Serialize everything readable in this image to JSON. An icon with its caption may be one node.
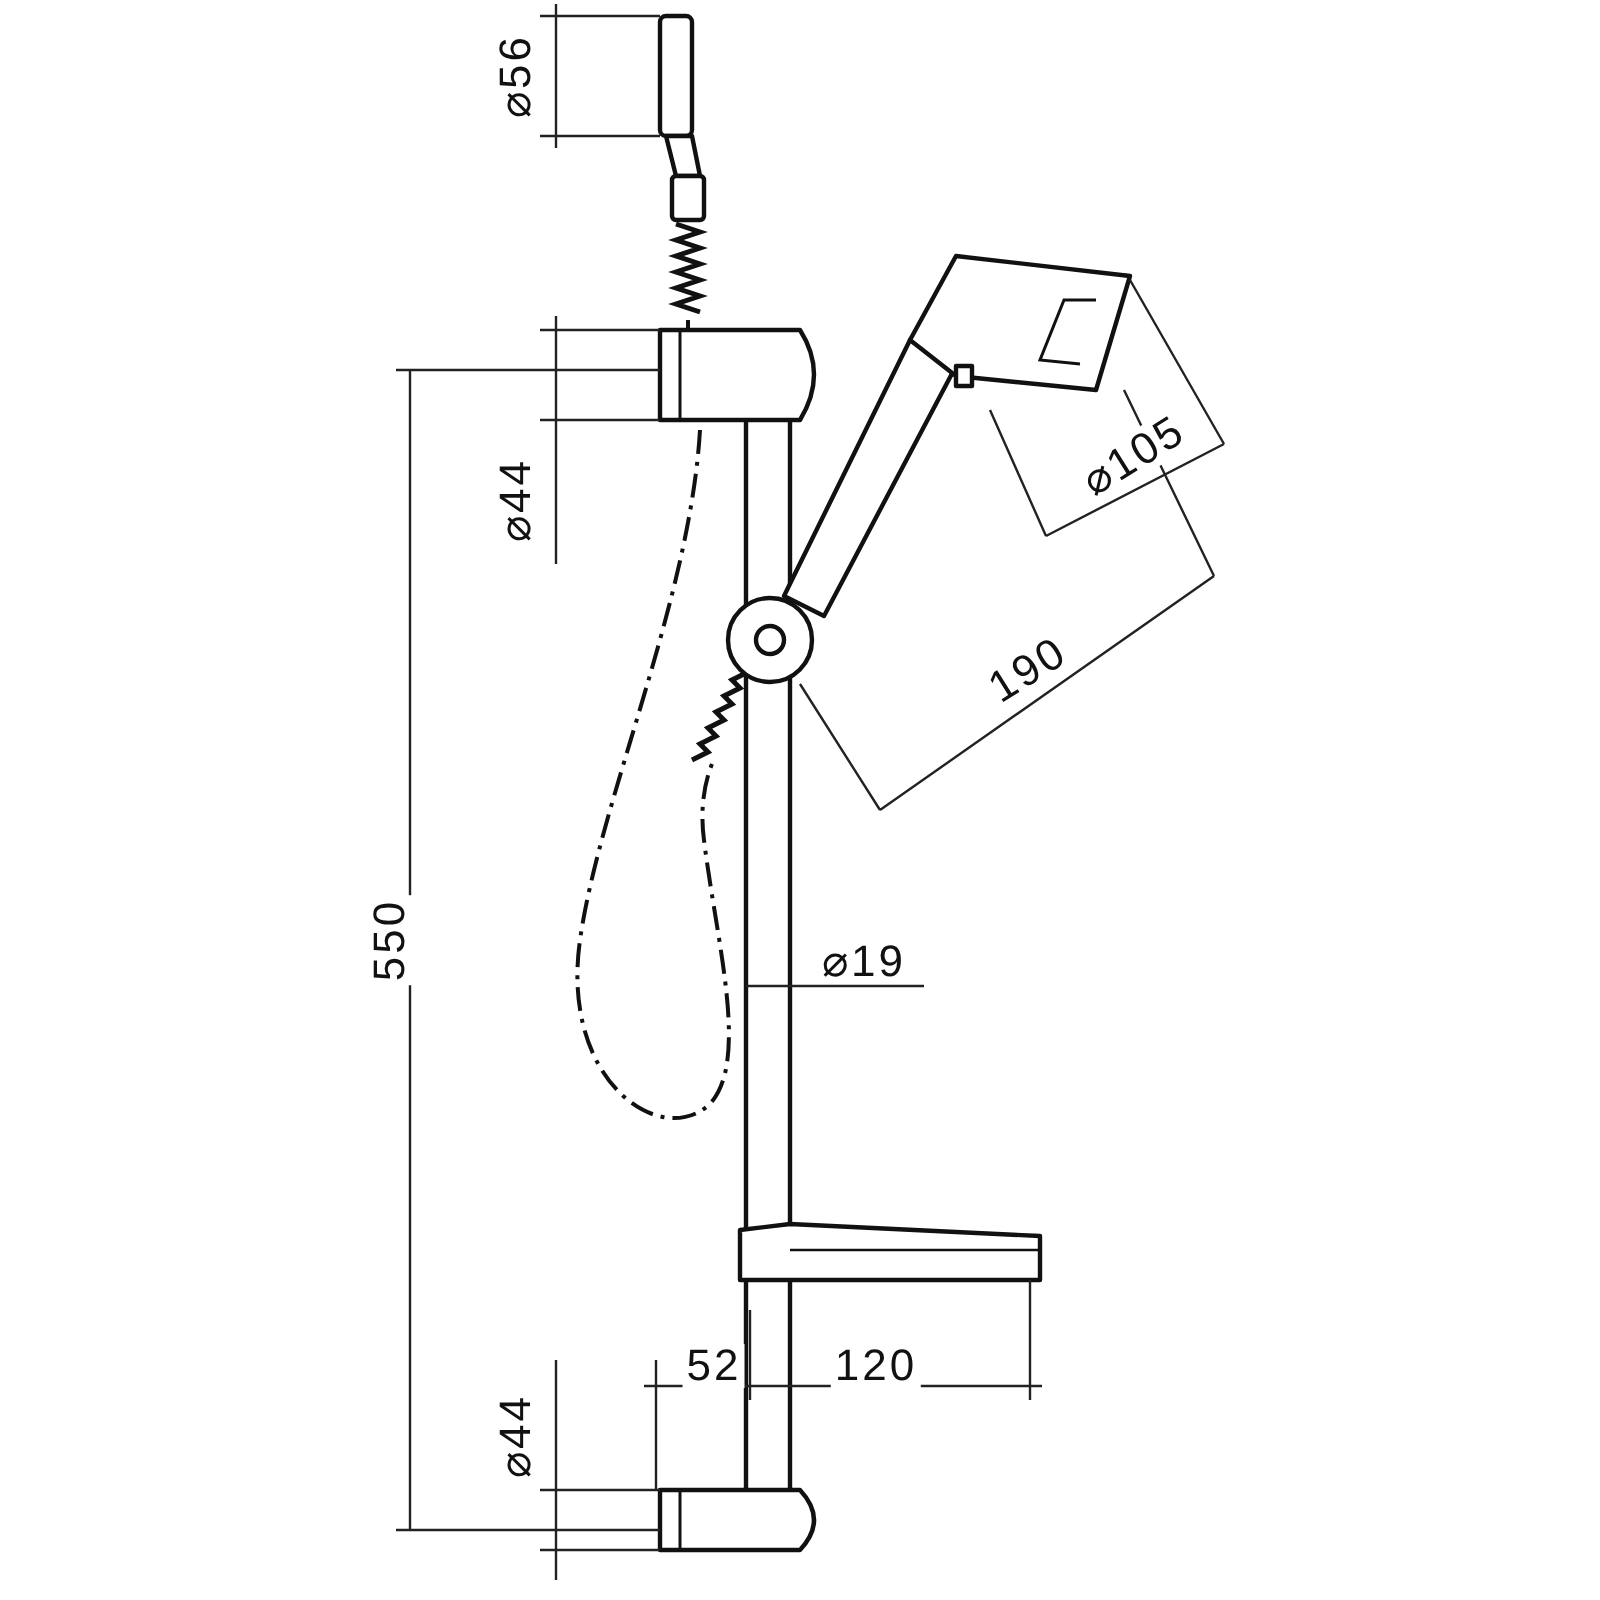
{
  "diagram": {
    "labels": [
      "⌀56",
      "⌀44",
      "⌀105",
      "190",
      "550",
      "⌀19",
      "52",
      "120",
      "⌀44"
    ]
  }
}
